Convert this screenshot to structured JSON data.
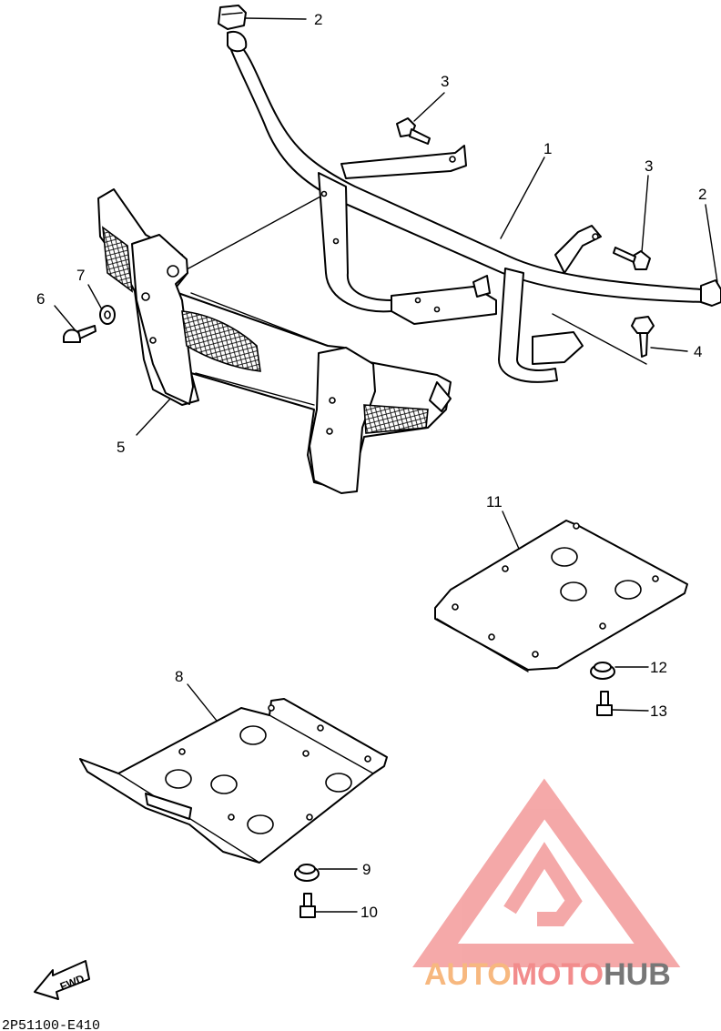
{
  "diagram": {
    "callouts": [
      {
        "id": "c1",
        "label": "1"
      },
      {
        "id": "c2a",
        "label": "2"
      },
      {
        "id": "c2b",
        "label": "2"
      },
      {
        "id": "c3a",
        "label": "3"
      },
      {
        "id": "c3b",
        "label": "3"
      },
      {
        "id": "c4",
        "label": "4"
      },
      {
        "id": "c5",
        "label": "5"
      },
      {
        "id": "c6",
        "label": "6"
      },
      {
        "id": "c7",
        "label": "7"
      },
      {
        "id": "c8",
        "label": "8"
      },
      {
        "id": "c9",
        "label": "9"
      },
      {
        "id": "c10",
        "label": "10"
      },
      {
        "id": "c11",
        "label": "11"
      },
      {
        "id": "c12",
        "label": "12"
      },
      {
        "id": "c13",
        "label": "13"
      }
    ],
    "fwd_label": "FWD",
    "drawing_code": "2P51100-E410"
  },
  "watermark": {
    "part1": "AUTO",
    "part2": "MOTO",
    "part3": "HUB",
    "colors": {
      "auto": "#f7b87f",
      "moto": "#f28c8c",
      "hub": "#777777",
      "logo": "#f39a9a"
    }
  }
}
